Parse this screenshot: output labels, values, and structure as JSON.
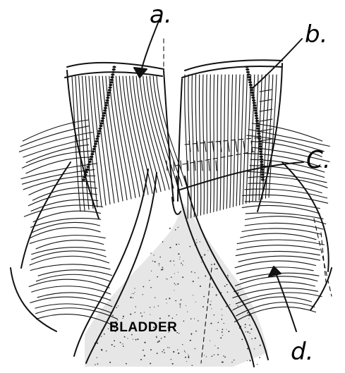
{
  "labels": {
    "a": "a.",
    "b": "b.",
    "c": "C.",
    "d": "d."
  },
  "organ_label": "BLADDER"
}
